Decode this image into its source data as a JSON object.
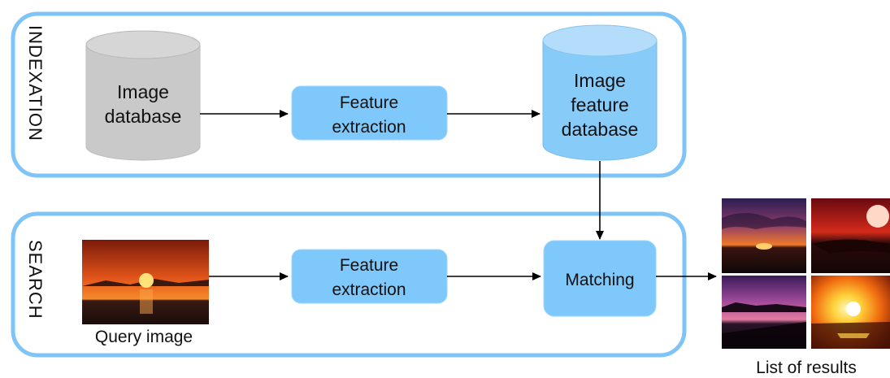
{
  "sections": {
    "indexation": "INDEXATION",
    "search": "SEARCH"
  },
  "indexation": {
    "image_database": [
      "Image",
      "database"
    ],
    "feature_extraction": [
      "Feature",
      "extraction"
    ],
    "image_feature_database": [
      "Image",
      "feature",
      "database"
    ]
  },
  "search": {
    "query_image_caption": "Query image",
    "feature_extraction": [
      "Feature",
      "extraction"
    ],
    "matching": "Matching"
  },
  "results": {
    "caption": "List of results"
  },
  "colors": {
    "panel_border": "#7fc4f7",
    "process_fill": "#7ec8fb",
    "gray_db_fill": "#c9c9c9",
    "blue_db_fill": "#87cbf9"
  }
}
